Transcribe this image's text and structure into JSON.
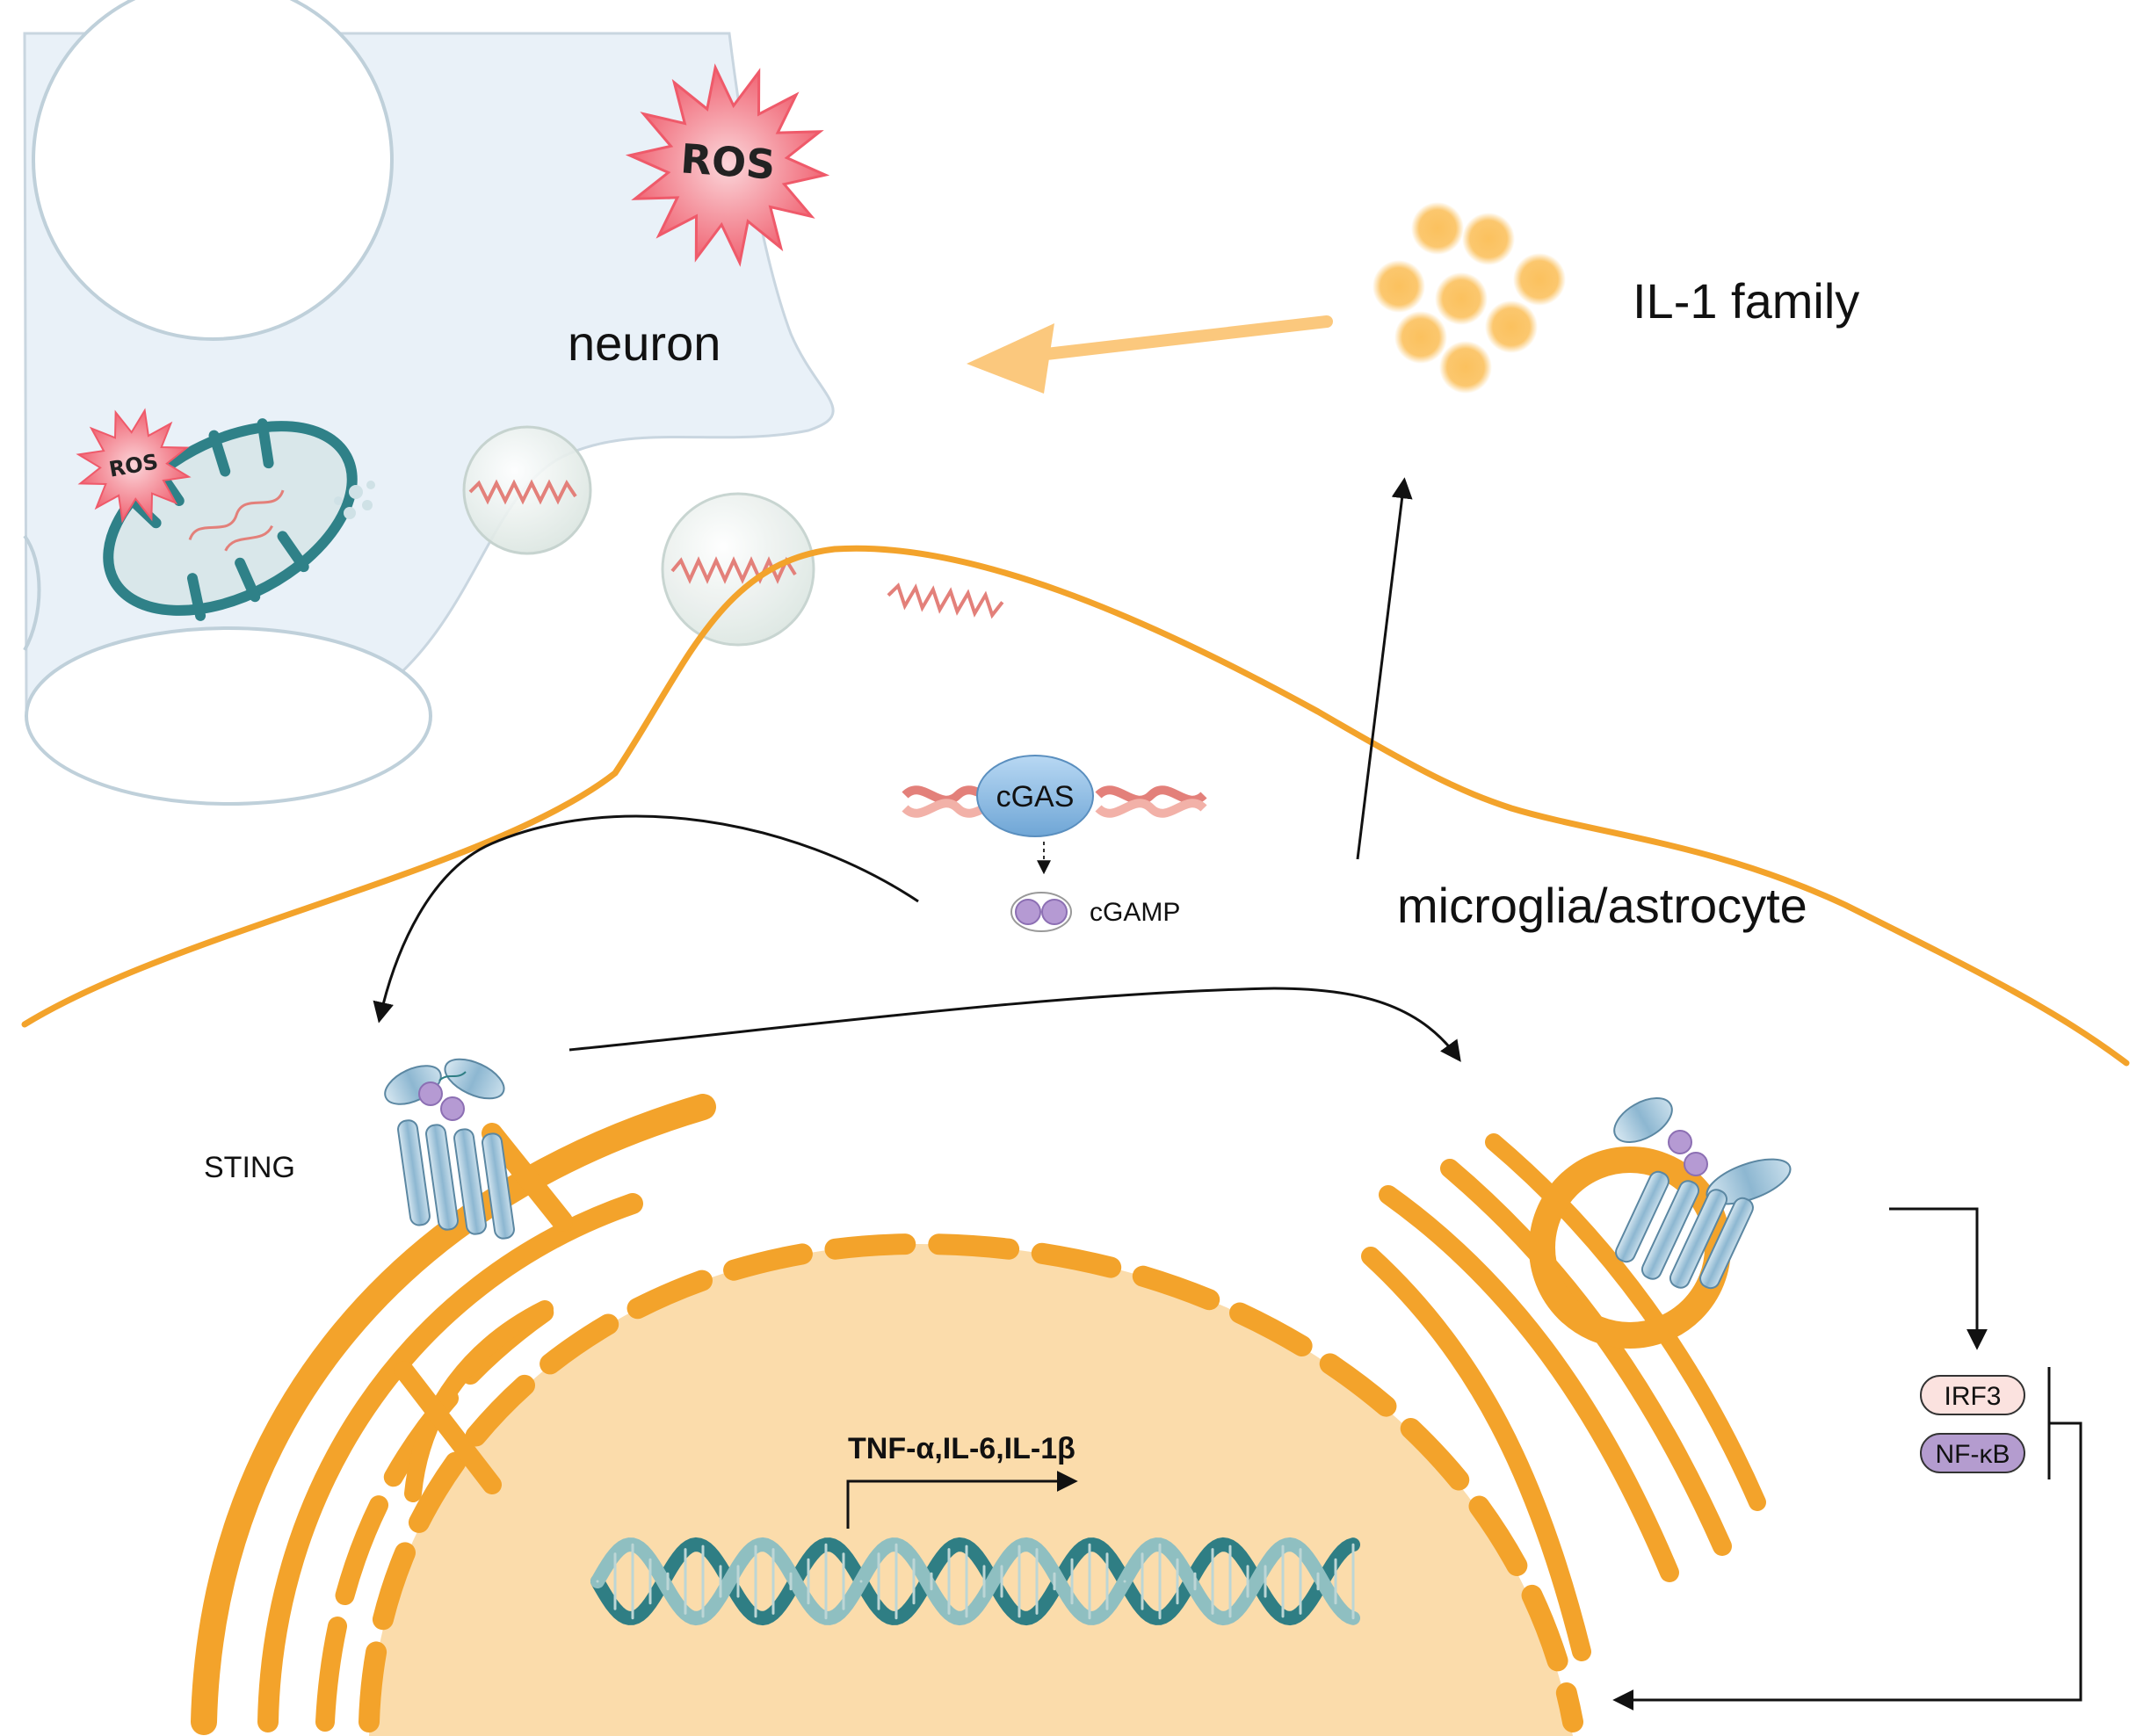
{
  "labels": {
    "ros_large": "ROS",
    "ros_small": "ROS",
    "neuron": "neuron",
    "il1_family": "IL-1 family",
    "cgas": "cGAS",
    "cgamp": "cGAMP",
    "cell_type": "microglia/astrocyte",
    "sting": "STING",
    "irf3": "IRF3",
    "nfkb": "NF-κB",
    "cytokines": "TNF-α,IL-6,IL-1β"
  },
  "colors": {
    "neuron_fill": "#e9f1f8",
    "neuron_stroke": "#c9d6e0",
    "orange": "#f3a32b",
    "nucleus_fill": "#fbdcab",
    "mito_teal": "#2f8188",
    "ros_red": "#ef5a6a",
    "il1_particle": "#fbc15e",
    "dna_pink": "#e3807a",
    "dna_teal": "#2f7e84",
    "cgas_blue": "#8fc0e8",
    "cgamp_purple": "#b59ad3",
    "sting_blue": "#a8c8dc",
    "irf3_fill": "#fbe2df",
    "nfkb_fill": "#b49ccf"
  }
}
